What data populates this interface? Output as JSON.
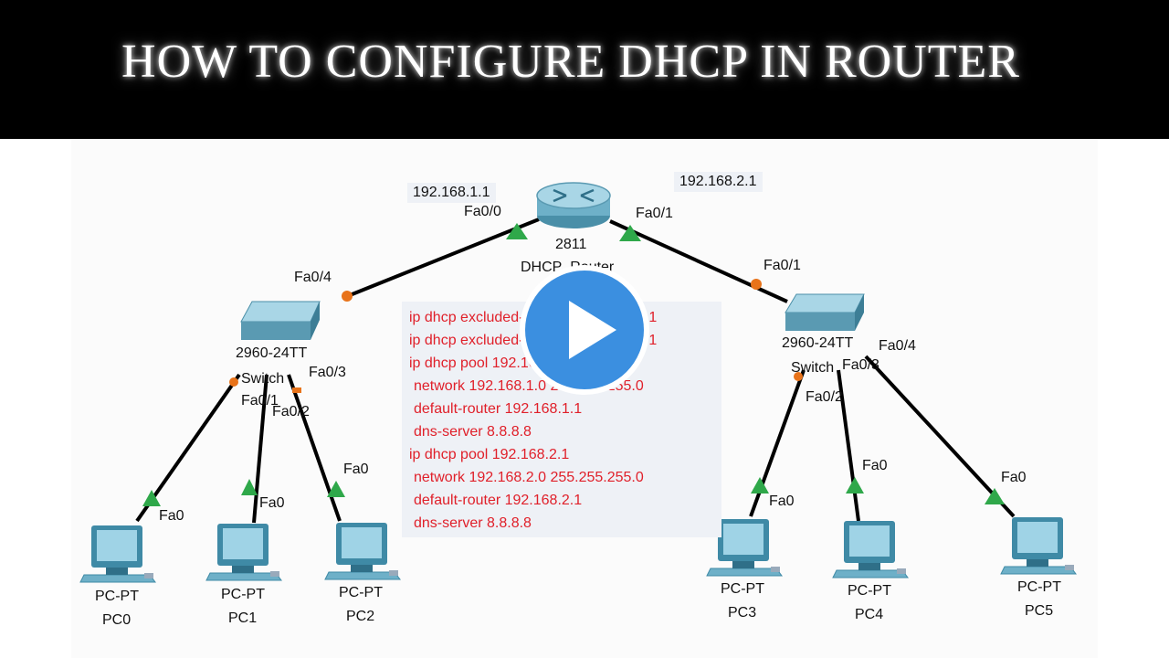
{
  "banner": {
    "title": "HOW TO CONFIGURE DHCP IN ROUTER"
  },
  "router": {
    "model": "2811",
    "name": "DHCP_Router",
    "ip_left": "192.168.1.1",
    "ip_right": "192.168.2.1",
    "port_left": "Fa0/0",
    "port_right": "Fa0/1"
  },
  "switch_left": {
    "model": "2960-24TT",
    "name": "Switch",
    "uplink": "Fa0/4",
    "p1": "Fa0/1",
    "p2": "Fa0/2",
    "p3": "Fa0/3"
  },
  "switch_right": {
    "model": "2960-24TT",
    "name": "Switch",
    "uplink": "Fa0/1",
    "p2": "Fa0/2",
    "p3": "Fa0/3",
    "p4": "Fa0/4"
  },
  "pcs": [
    {
      "type": "PC-PT",
      "name": "PC0",
      "port": "Fa0"
    },
    {
      "type": "PC-PT",
      "name": "PC1",
      "port": "Fa0"
    },
    {
      "type": "PC-PT",
      "name": "PC2",
      "port": "Fa0"
    },
    {
      "type": "PC-PT",
      "name": "PC3",
      "port": "Fa0"
    },
    {
      "type": "PC-PT",
      "name": "PC4",
      "port": "Fa0"
    },
    {
      "type": "PC-PT",
      "name": "PC5",
      "port": "Fa0"
    }
  ],
  "config": {
    "lines": [
      "ip dhcp excluded-address 192.168.1.1",
      "ip dhcp excluded-address 192.168.2.1",
      "ip dhcp pool 192.168.1.1",
      " network 192.168.1.0 255.255.255.0",
      " default-router 192.168.1.1",
      " dns-server 8.8.8.8",
      "ip dhcp pool 192.168.2.1",
      " network 192.168.2.0 255.255.255.0",
      " default-router 192.168.2.1",
      " dns-server 8.8.8.8"
    ]
  },
  "colors": {
    "link": "#000000",
    "up": "#2fa84a",
    "orange": "#e8731a",
    "config_text": "#e0202a",
    "play": "#3b8fe0"
  },
  "icons": {
    "play": "play-icon",
    "router": "router-icon",
    "switch": "switch-icon",
    "pc": "pc-icon"
  }
}
